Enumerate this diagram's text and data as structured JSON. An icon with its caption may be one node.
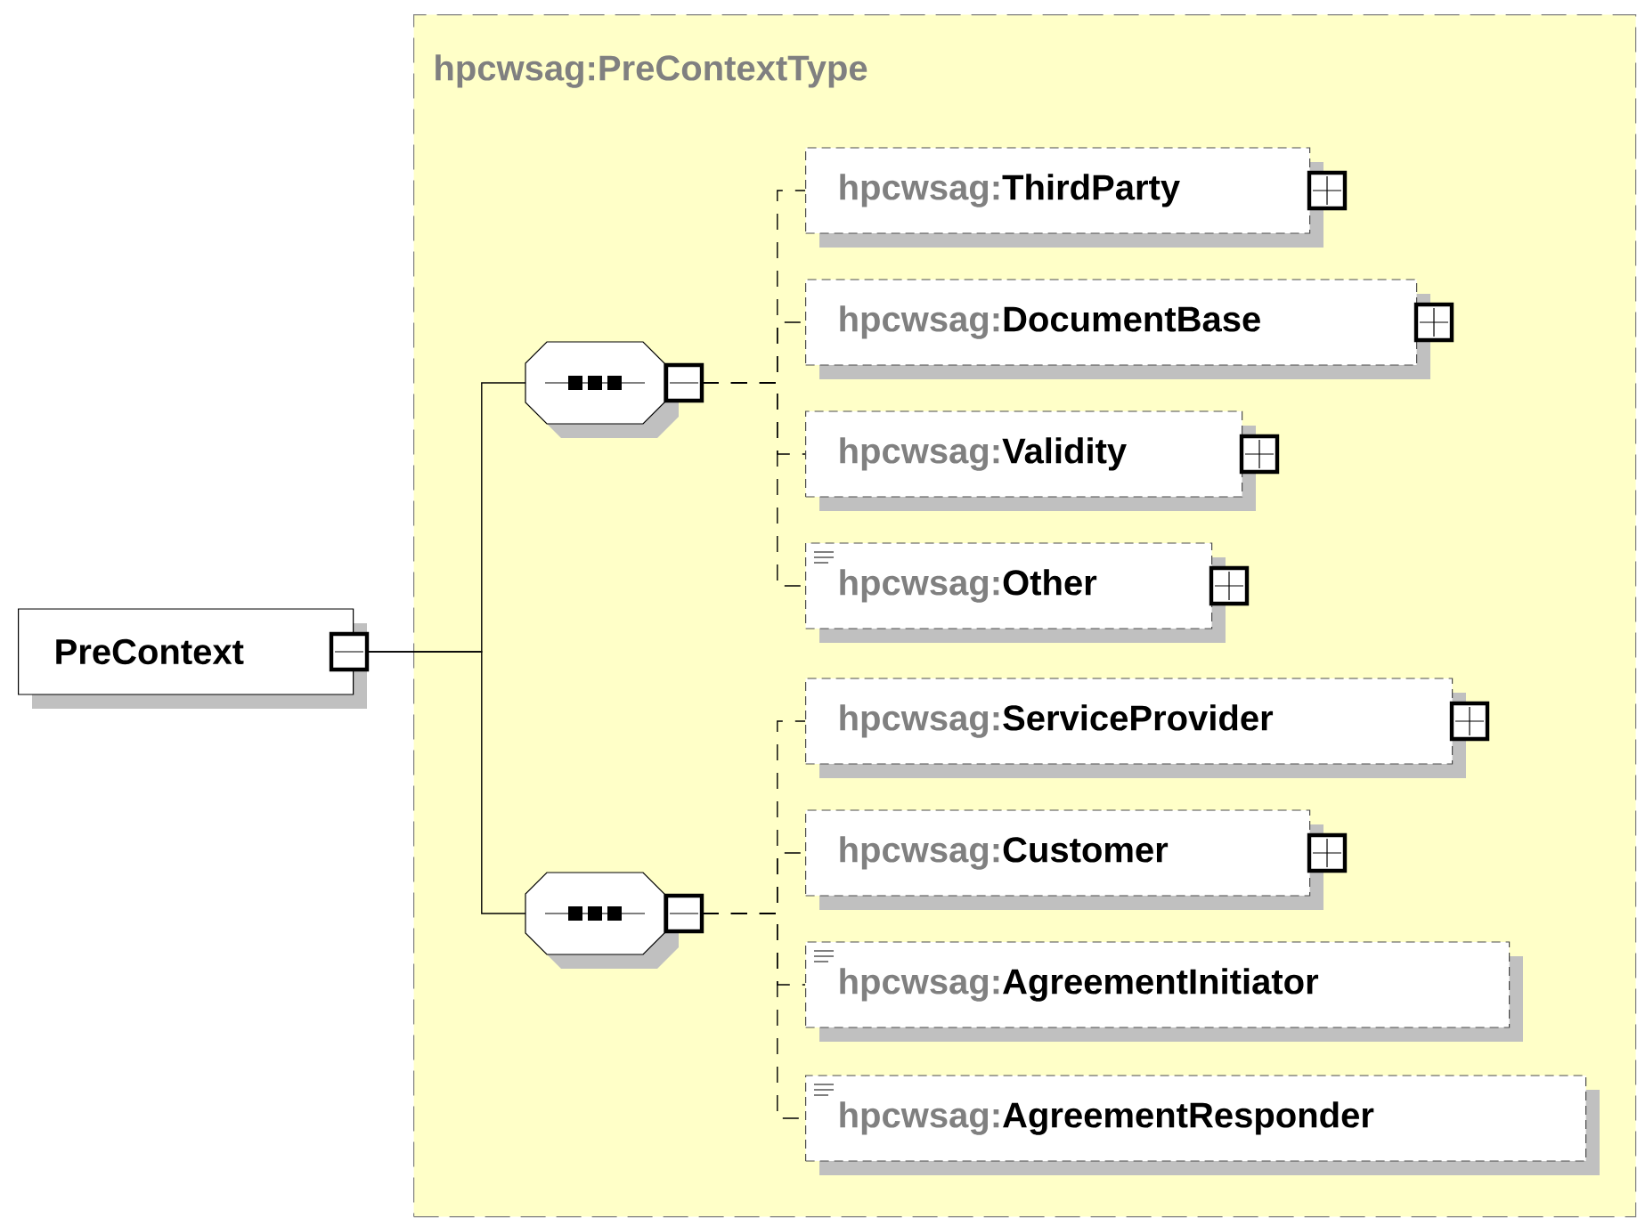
{
  "diagram": {
    "nodes": [
      {
        "text": [
          "PreContext"
        ]
      },
      {
        "text": [
          "hpcwsag:PreContextType"
        ]
      },
      {
        "text": [],
        "shape": "octagon",
        "in": 1
      },
      {
        "text": [],
        "shape": "octagon",
        "in": 1
      },
      {
        "text": [
          "hpcwsag:",
          "ThirdParty"
        ],
        "in": 1
      },
      {
        "text": [
          "hpcwsag:",
          "DocumentBase"
        ],
        "in": 1
      },
      {
        "text": [
          "hpcwsag:",
          "Validity"
        ],
        "in": 1
      },
      {
        "text": [
          "hpcwsag:",
          "Other"
        ],
        "in": 1
      },
      {
        "text": [
          "hpcwsag:",
          "ServiceProvider"
        ],
        "in": 1
      },
      {
        "text": [
          "hpcwsag:",
          "Customer"
        ],
        "in": 1
      },
      {
        "text": [
          "hpcwsag:",
          "AgreementInitiator"
        ],
        "in": 1
      },
      {
        "text": [
          "hpcwsag:",
          "AgreementResponder"
        ],
        "in": 1
      }
    ],
    "edges": [
      {
        "from": 0,
        "to": 2,
        "arrow": "none"
      },
      {
        "from": 0,
        "to": 3,
        "arrow": "none"
      },
      {
        "from": 2,
        "to": 4,
        "arrow": "none",
        "style": "dashed"
      },
      {
        "from": 2,
        "to": 5,
        "arrow": "none",
        "style": "dashed"
      },
      {
        "from": 2,
        "to": 6,
        "arrow": "none",
        "style": "dashed"
      },
      {
        "from": 2,
        "to": 7,
        "arrow": "none",
        "style": "dashed"
      },
      {
        "from": 3,
        "to": 8,
        "arrow": "none",
        "style": "dashed"
      },
      {
        "from": 3,
        "to": 9,
        "arrow": "none",
        "style": "dashed"
      },
      {
        "from": 3,
        "to": 10,
        "arrow": "none",
        "style": "dashed"
      },
      {
        "from": 3,
        "to": 11,
        "arrow": "none",
        "style": "dashed"
      }
    ]
  }
}
